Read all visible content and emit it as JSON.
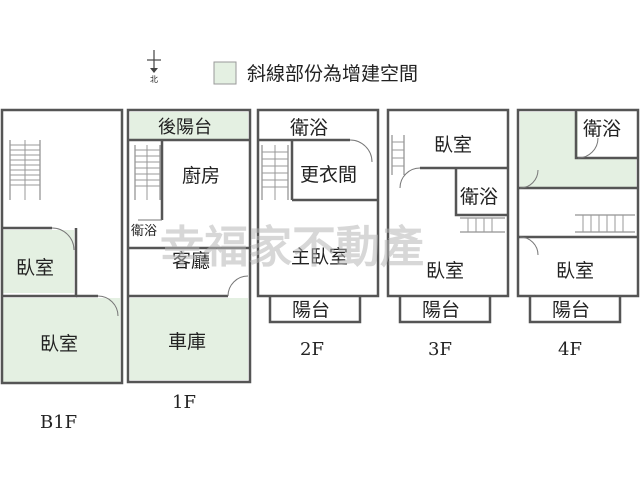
{
  "legend": {
    "label": "斜線部份為增建空間",
    "swatch_color": "#e4f0e2",
    "compass_text": "北"
  },
  "watermark": "幸福家不動產",
  "floors": {
    "b1f": {
      "label": "B1F",
      "rooms": {
        "bedroom_small": "臥室",
        "bedroom_large": "臥室"
      }
    },
    "f1": {
      "label": "1F",
      "rooms": {
        "back_balcony": "後陽台",
        "kitchen": "廚房",
        "bath": "衛浴",
        "living": "客廳",
        "garage": "車庫"
      }
    },
    "f2": {
      "label": "2F",
      "rooms": {
        "bath": "衛浴",
        "closet": "更衣間",
        "master": "主臥室",
        "balcony": "陽台"
      }
    },
    "f3": {
      "label": "3F",
      "rooms": {
        "bedroom_top": "臥室",
        "bath": "衛浴",
        "bedroom": "臥室",
        "balcony": "陽台"
      }
    },
    "f4": {
      "label": "4F",
      "rooms": {
        "bath": "衛浴",
        "bedroom": "臥室",
        "balcony": "陽台"
      }
    }
  }
}
